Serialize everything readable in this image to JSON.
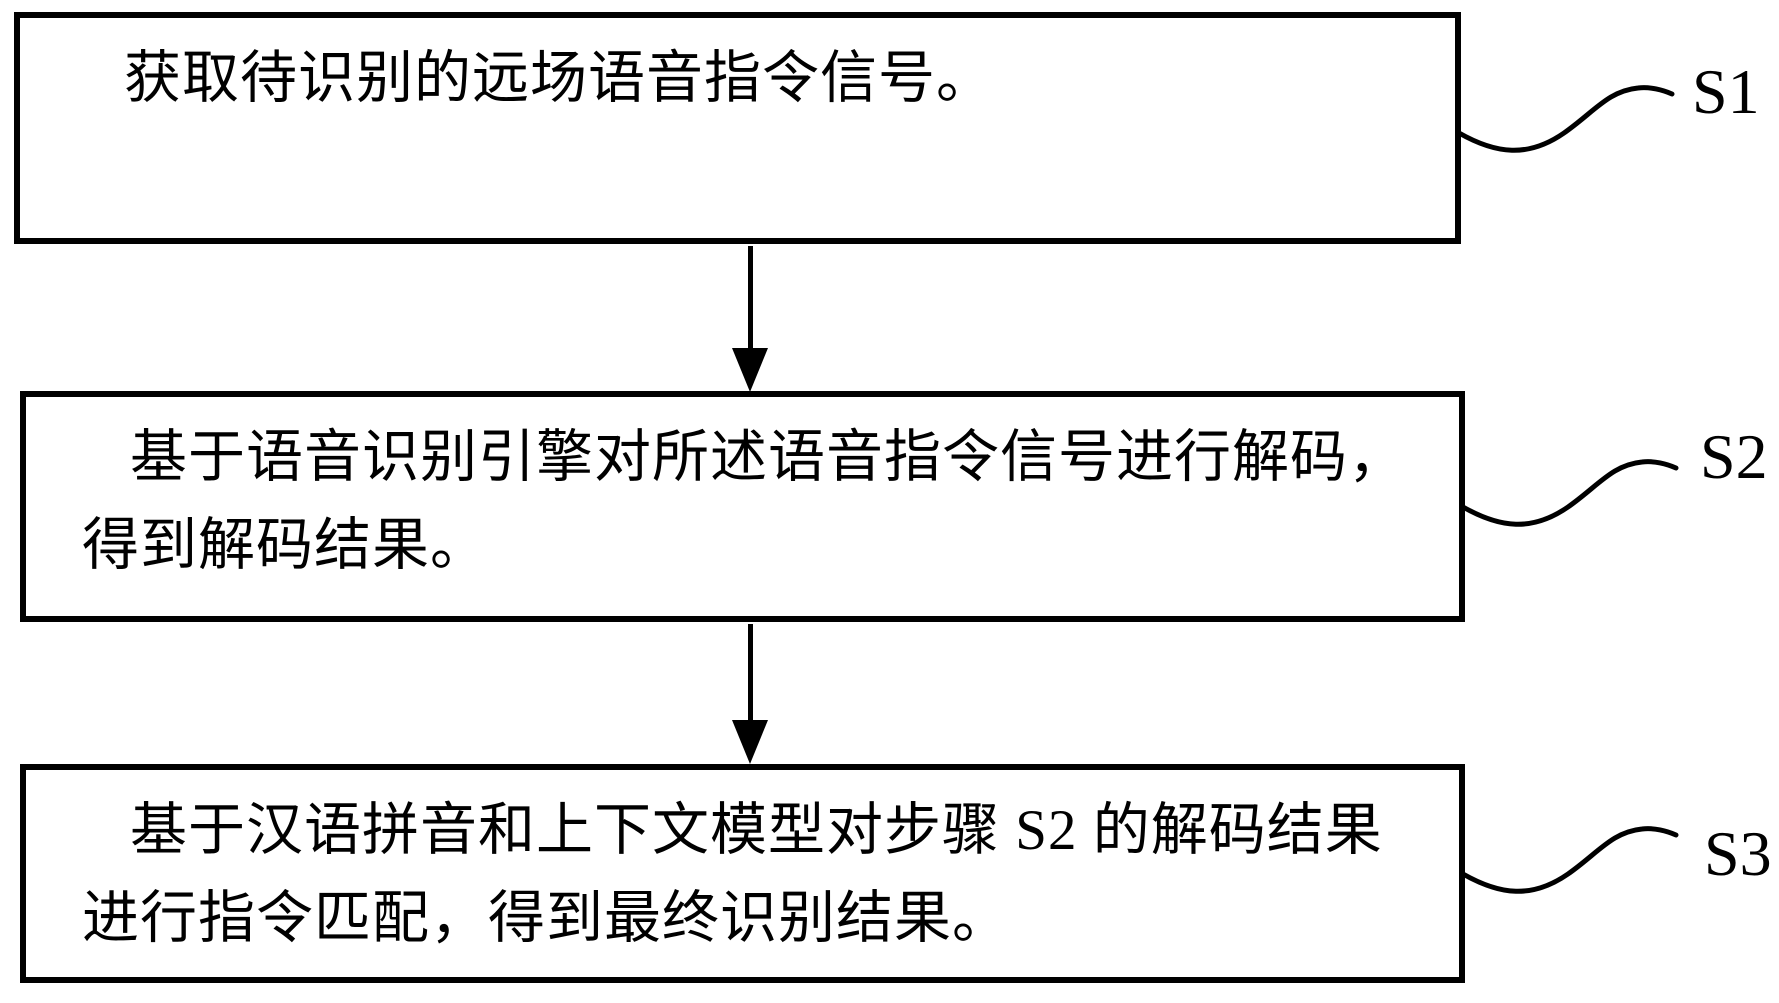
{
  "colors": {
    "ink": "#000000",
    "background": "#ffffff"
  },
  "boxes": [
    {
      "text": "获取待识别的远场语音指令信号。",
      "label": "S1"
    },
    {
      "text": "基于语音识别引擎对所述语音指令信号进行解码，得到解码结果。",
      "label": "S2"
    },
    {
      "text": "基于汉语拼音和上下文模型对步骤 S2 的解码结果进行指令匹配，得到最终识别结果。",
      "label": "S3"
    }
  ]
}
